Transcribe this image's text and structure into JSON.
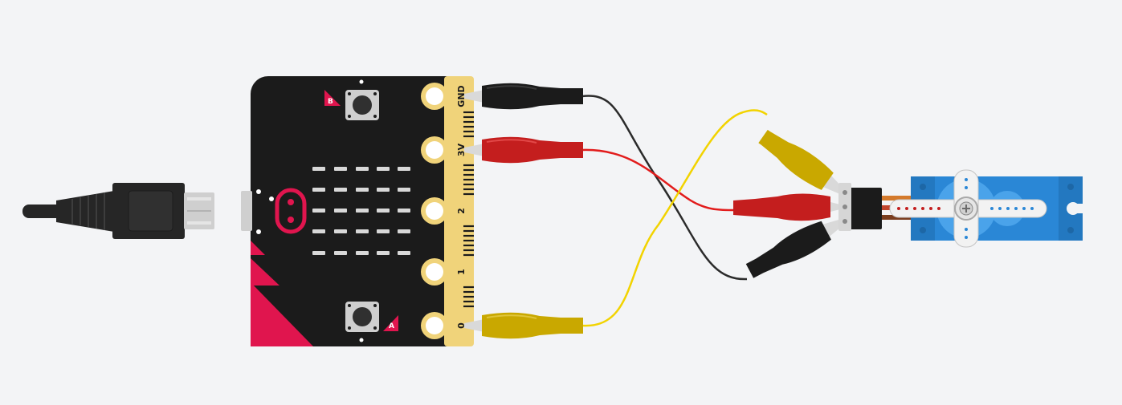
{
  "board": {
    "name": "micro:bit",
    "button_a": "A",
    "button_b": "B",
    "pins": [
      "GND",
      "3V",
      "2",
      "1",
      "0"
    ]
  },
  "wires": [
    {
      "from": "GND",
      "to": "servo-ground",
      "color": "#1b1b1b"
    },
    {
      "from": "3V",
      "to": "servo-power",
      "color": "#d11f1f"
    },
    {
      "from": "0",
      "to": "servo-signal",
      "color": "#e8c800"
    }
  ],
  "colors": {
    "board": "#1b1b1b",
    "accent": "#e0154e",
    "gold": "#f0d37a",
    "servo": "#2a87d6",
    "wire_black": "#2b2b2b",
    "wire_red": "#e21c1c",
    "wire_yellow": "#f2d300"
  },
  "icons": [
    "usb-cable-icon",
    "servo-motor-icon",
    "alligator-clip-icon",
    "push-button-icon"
  ]
}
